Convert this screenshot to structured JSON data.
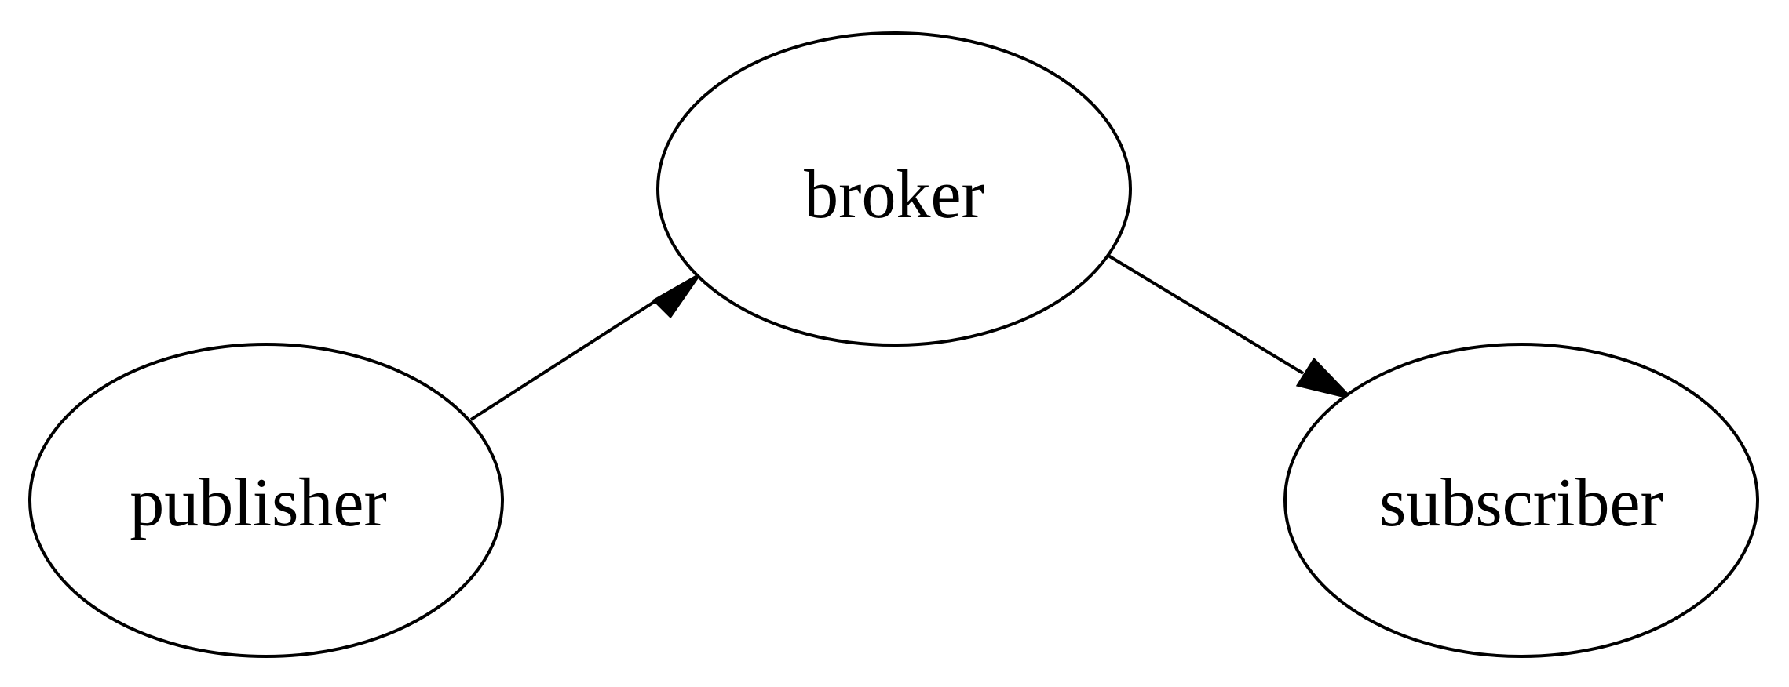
{
  "diagram": {
    "nodes": [
      {
        "id": "broker",
        "label": "broker"
      },
      {
        "id": "publisher",
        "label": "publisher"
      },
      {
        "id": "subscriber",
        "label": "subscriber"
      }
    ],
    "edges": [
      {
        "from": "publisher",
        "to": "broker"
      },
      {
        "from": "broker",
        "to": "subscriber"
      }
    ],
    "colors": {
      "stroke": "#000000",
      "background": "#ffffff",
      "text": "#000000"
    }
  }
}
